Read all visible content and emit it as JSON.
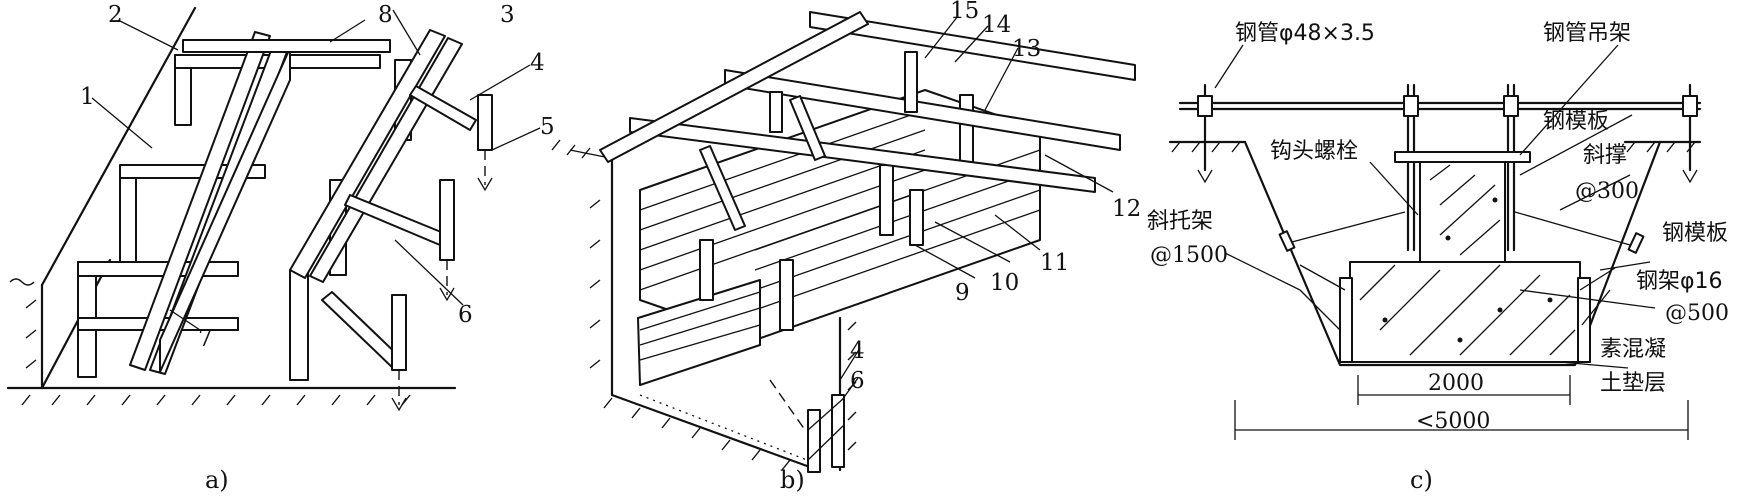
{
  "panel_a": {
    "caption": "a)",
    "labels": [
      "1",
      "2",
      "3",
      "4",
      "5",
      "6",
      "7",
      "8"
    ]
  },
  "panel_b": {
    "caption": "b)",
    "labels": [
      "15",
      "14",
      "13",
      "12",
      "11",
      "10",
      "9",
      "4",
      "6"
    ]
  },
  "panel_c": {
    "caption": "c)",
    "labels": {
      "steel_pipe": "钢管φ48×3.5",
      "pipe_hanger": "钢管吊架",
      "steel_form_top": "钢模板",
      "hook_bolt": "钩头螺栓",
      "brace": "斜撑",
      "brace_spacing": "@300",
      "inclined_bracket": "斜托架",
      "bracket_spacing": "@1500",
      "steel_form_side": "钢模板",
      "steel_frame": "钢架φ16",
      "frame_spacing": "@500",
      "plain_concrete_1": "素混凝",
      "plain_concrete_2": "土垫层",
      "dim_inner": "2000",
      "dim_outer": "<5000"
    }
  }
}
